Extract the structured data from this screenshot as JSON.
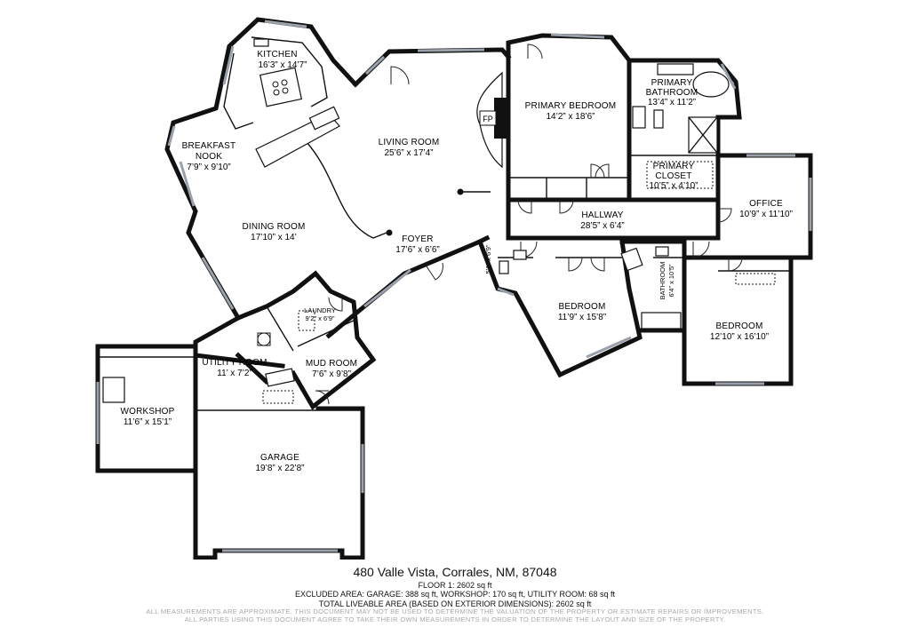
{
  "rooms": {
    "kitchen": {
      "name": "KITCHEN",
      "dims": "16’3” x 14’7”"
    },
    "breakfast_nook": {
      "name1": "BREAKFAST",
      "name2": "NOOK",
      "dims": "7’9” x 9’10”"
    },
    "living_room": {
      "name": "LIVING ROOM",
      "dims": "25’6” x 17’4”"
    },
    "dining_room": {
      "name": "DINING ROOM",
      "dims": "17’10” x 14’"
    },
    "foyer": {
      "name": "FOYER",
      "dims": "17’6” x 6’6”"
    },
    "primary_bedroom": {
      "name": "PRIMARY BEDROOM",
      "dims": "14’2” x 18’6”"
    },
    "primary_bathroom": {
      "name1": "PRIMARY",
      "name2": "BATHROOM",
      "dims": "13’4” x 11’2”"
    },
    "primary_closet": {
      "name1": "PRIMARY",
      "name2": "CLOSET",
      "dims": "10’5” x 4’10”"
    },
    "office": {
      "name": "OFFICE",
      "dims": "10’9” x 11’10”"
    },
    "hallway": {
      "name": "HALLWAY",
      "dims": "28’5” x 6’4”"
    },
    "bedroom_1": {
      "name": "BEDROOM",
      "dims": "11’9” x 15’8”"
    },
    "bathroom": {
      "name": "BATHROOM",
      "dims": "6’4” x 10’5”"
    },
    "bedroom_2": {
      "name": "BEDROOM",
      "dims": "12’10” x 16’10”"
    },
    "laundry": {
      "name": "LAUNDRY",
      "dims": "9’2” x 6’9”"
    },
    "utility_room": {
      "name": "UTILITY ROOM",
      "dims": "11’ x 7’2”"
    },
    "mud_room": {
      "name": "MUD ROOM",
      "dims": "7’6” x 9’8”"
    },
    "workshop": {
      "name": "WORKSHOP",
      "dims": "11’6” x 15’1”"
    },
    "garage": {
      "name": "GARAGE",
      "dims": "19’8” x 22’8”"
    },
    "half_bath": {
      "dims": "5’1” x 6’9”"
    },
    "fireplace": {
      "label": "FP"
    }
  },
  "footer": {
    "address": "480 Valle Vista, Corrales, NM, 87048",
    "floor": "FLOOR 1: 2602 sq ft",
    "excluded": "EXCLUDED AREA: GARAGE: 388 sq ft, WORKSHOP: 170 sq ft, UTILITY ROOM: 68 sq ft",
    "total": "TOTAL LIVEABLE AREA (BASED ON EXTERIOR DIMENSIONS): 2602 sq ft",
    "disclaimer1": "ALL MEASUREMENTS ARE APPROXIMATE. THIS DOCUMENT MAY NOT BE USED TO DETERMINE THE VALUATION OF THE PROPERTY OR ESTIMATE REPAIRS OR IMPROVEMENTS.",
    "disclaimer2": "ALL PARTIES USING THIS DOCUMENT AGREE TO TAKE THEIR OWN MEASUREMENTS IN ORDER TO DETERMINE THE LAYOUT AND SIZE OF THE PROPERTY."
  },
  "colors": {
    "wall": "#111111",
    "window": "#9aa1ab",
    "disclaimer": "#a9a9a9"
  }
}
